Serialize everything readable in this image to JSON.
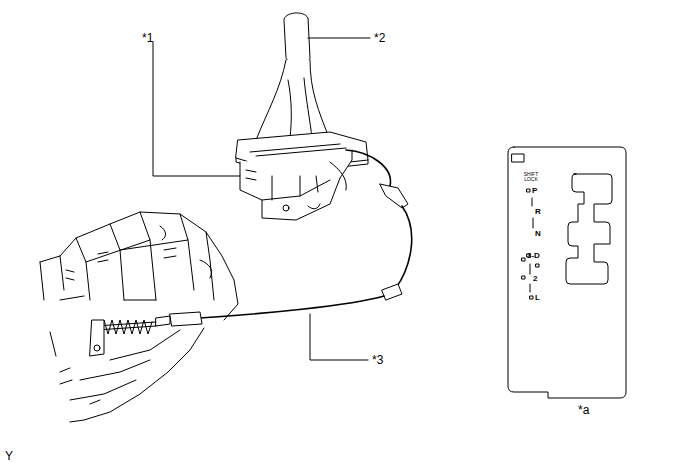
{
  "diagram": {
    "labels": [
      "*1",
      "*2",
      "*3",
      "*a",
      "Y",
      "SHIFT LOCK",
      "P",
      "R",
      "N",
      "3-D",
      "2",
      "L"
    ]
  }
}
